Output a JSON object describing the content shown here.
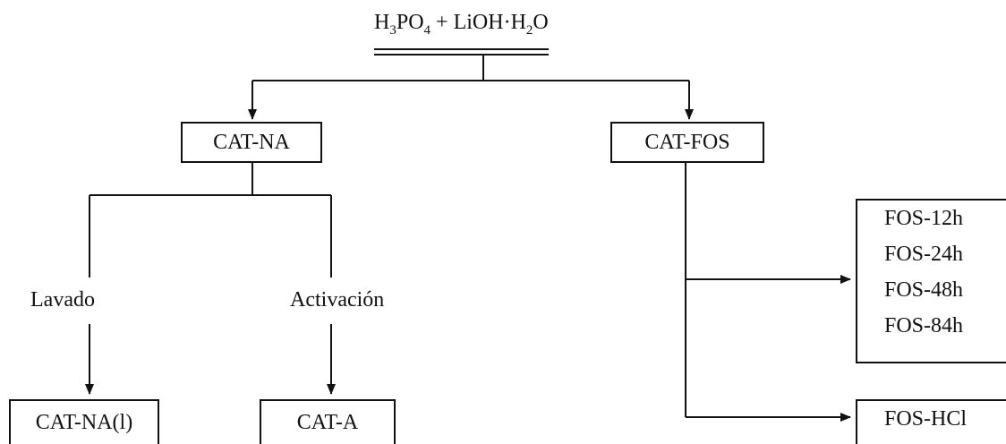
{
  "top": {
    "h": "H",
    "sub3": "3",
    "po": "PO",
    "sub4": "4",
    "plus": " + ",
    "lioh": "LiOH·H",
    "sub2": "2",
    "o": "O"
  },
  "boxes": {
    "cat_na": "CAT-NA",
    "cat_fos": "CAT-FOS",
    "cat_na_l": "CAT-NA(l)",
    "cat_a": "CAT-A",
    "fos_hcl": "FOS-HCl"
  },
  "labels": {
    "lavado": "Lavado",
    "activacion": "Activación"
  },
  "fos_times": [
    "FOS-12h",
    "FOS-24h",
    "FOS-48h",
    "FOS-84h"
  ]
}
